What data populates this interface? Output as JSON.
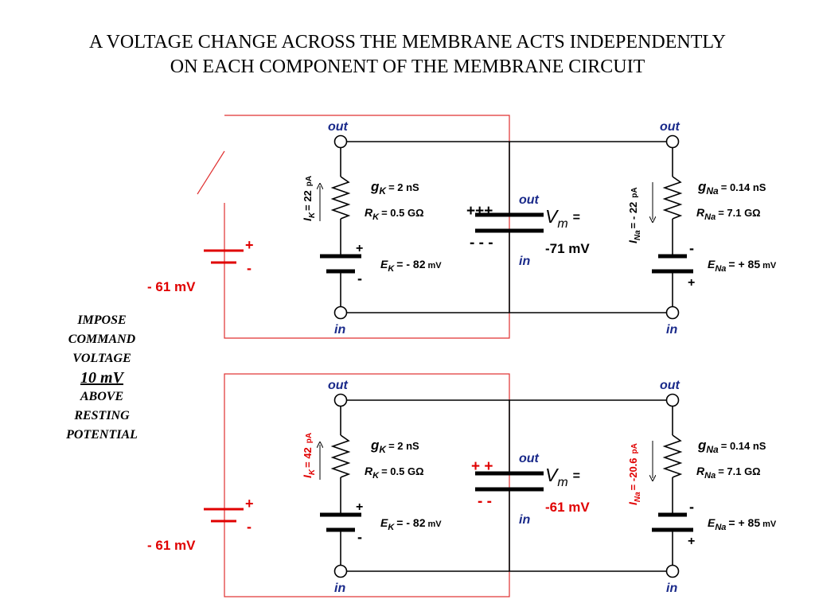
{
  "title_lines": [
    "A VOLTAGE CHANGE ACROSS THE MEMBRANE ACTS INDEPENDENTLY",
    "ON EACH COMPONENT OF THE MEMBRANE CIRCUIT"
  ],
  "side_label": {
    "line1": "IMPOSE",
    "line2": "COMMAND",
    "line3": "VOLTAGE",
    "line4": "10 mV",
    "line5": "ABOVE",
    "line6": "RESTING",
    "line7": "POTENTIAL"
  },
  "terminals": {
    "out": "out",
    "in": "in"
  },
  "labels": {
    "gk_sym": "g",
    "k_sub": "K",
    "gk_val": "= 2 nS",
    "rk_sym": "R",
    "rk_val": "=  0.5 GΩ",
    "ek_sym": "E",
    "ek_val": "= - 82",
    "ek_unit": "mV",
    "gna_sym": "g",
    "na_sub": "Na",
    "gna_val": "= 0.14 nS",
    "rna_sym": "R",
    "rna_val": "=  7.1 GΩ",
    "ena_sym": "E",
    "ena_val": "= + 85",
    "ena_unit": "mV",
    "vm_sym": "V",
    "vm_sub": "m",
    "vm_eq": "=",
    "i_sym": "I",
    "pa": "pA",
    "plus": "+",
    "minus": "-"
  },
  "top_panel": {
    "source_voltage": "- 61 mV",
    "ik_val": "=  22",
    "ina_val": "=  - 22",
    "vm_value": "-71 mV",
    "cap_top_charge": "+++",
    "cap_bottom_charge": "- - -"
  },
  "bottom_panel": {
    "source_voltage": "- 61 mV",
    "ik_val": "=  42",
    "ina_val": "=  -20.6",
    "vm_value": "-61 mV",
    "cap_top_charge": "+  +",
    "cap_bottom_charge": "-   -"
  },
  "colors": {
    "highlight_red": "#e00000",
    "box_red": "#e03030",
    "terminal_blue": "#1a2a8a",
    "ink": "#000000"
  }
}
